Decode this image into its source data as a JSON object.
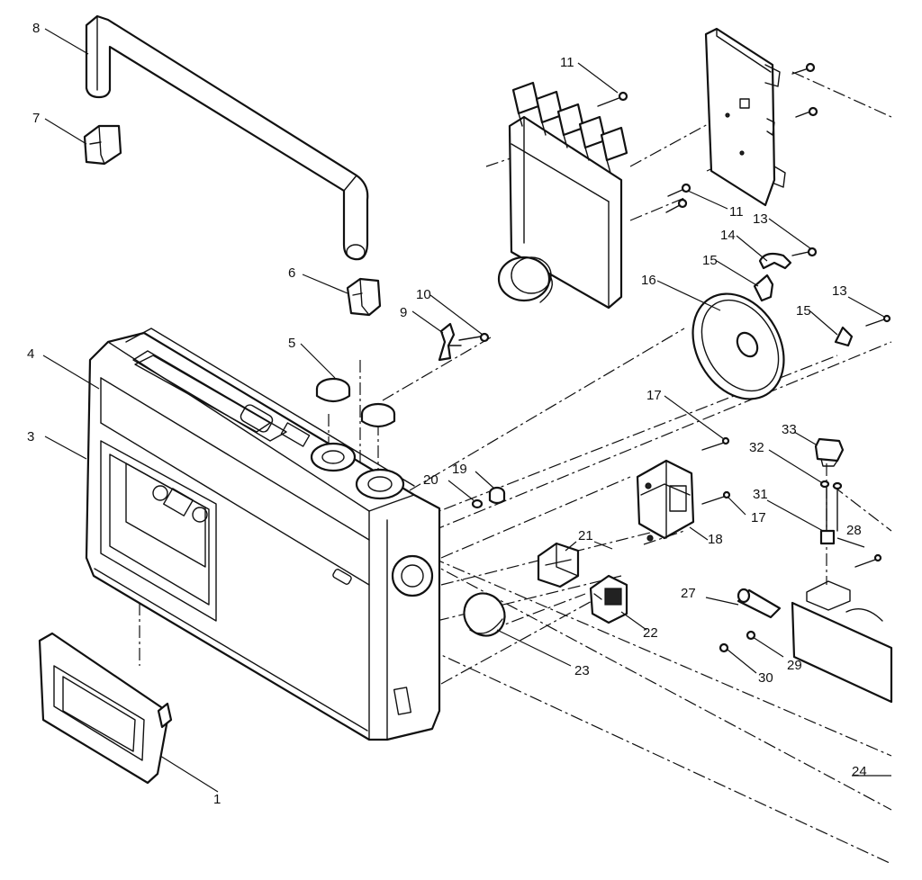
{
  "callouts": [
    {
      "id": "c1",
      "label": "1"
    },
    {
      "id": "c3",
      "label": "3"
    },
    {
      "id": "c4",
      "label": "4"
    },
    {
      "id": "c5",
      "label": "5"
    },
    {
      "id": "c6",
      "label": "6"
    },
    {
      "id": "c7",
      "label": "7"
    },
    {
      "id": "c8",
      "label": "8"
    },
    {
      "id": "c9",
      "label": "9"
    },
    {
      "id": "c10",
      "label": "10"
    },
    {
      "id": "c11a",
      "label": "11"
    },
    {
      "id": "c11b",
      "label": "11"
    },
    {
      "id": "c13a",
      "label": "13"
    },
    {
      "id": "c13b",
      "label": "13"
    },
    {
      "id": "c14",
      "label": "14"
    },
    {
      "id": "c15a",
      "label": "15"
    },
    {
      "id": "c15b",
      "label": "15"
    },
    {
      "id": "c16",
      "label": "16"
    },
    {
      "id": "c17a",
      "label": "17"
    },
    {
      "id": "c17b",
      "label": "17"
    },
    {
      "id": "c18",
      "label": "18"
    },
    {
      "id": "c19",
      "label": "19"
    },
    {
      "id": "c20",
      "label": "20"
    },
    {
      "id": "c21",
      "label": "21"
    },
    {
      "id": "c22",
      "label": "22"
    },
    {
      "id": "c23",
      "label": "23"
    },
    {
      "id": "c24",
      "label": "24"
    },
    {
      "id": "c27",
      "label": "27"
    },
    {
      "id": "c28",
      "label": "28"
    },
    {
      "id": "c29",
      "label": "29"
    },
    {
      "id": "c30",
      "label": "30"
    },
    {
      "id": "c31",
      "label": "31"
    },
    {
      "id": "c32",
      "label": "32"
    },
    {
      "id": "c33",
      "label": "33"
    }
  ]
}
